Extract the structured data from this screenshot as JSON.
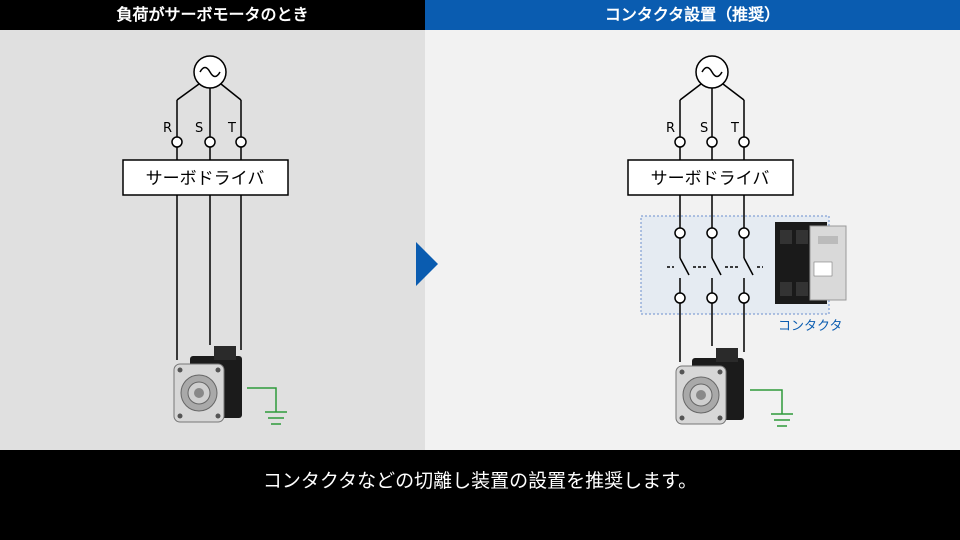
{
  "headers": {
    "left": "負荷がサーボモータのとき",
    "right": "コンタクタ設置（推奨）"
  },
  "terminals": [
    "R",
    "S",
    "T"
  ],
  "driver_label": "サーボドライバ",
  "contactor_label": "コンタクタ",
  "caption": "コンタクタなどの切離し装置の設置を推奨します。",
  "colors": {
    "header_right": "#0a5cb0",
    "arrow": "#0a5cb0",
    "ground": "#2e9a3a",
    "contactor_box": "#6a8fcf",
    "contactor_text": "#0a5cb0"
  }
}
